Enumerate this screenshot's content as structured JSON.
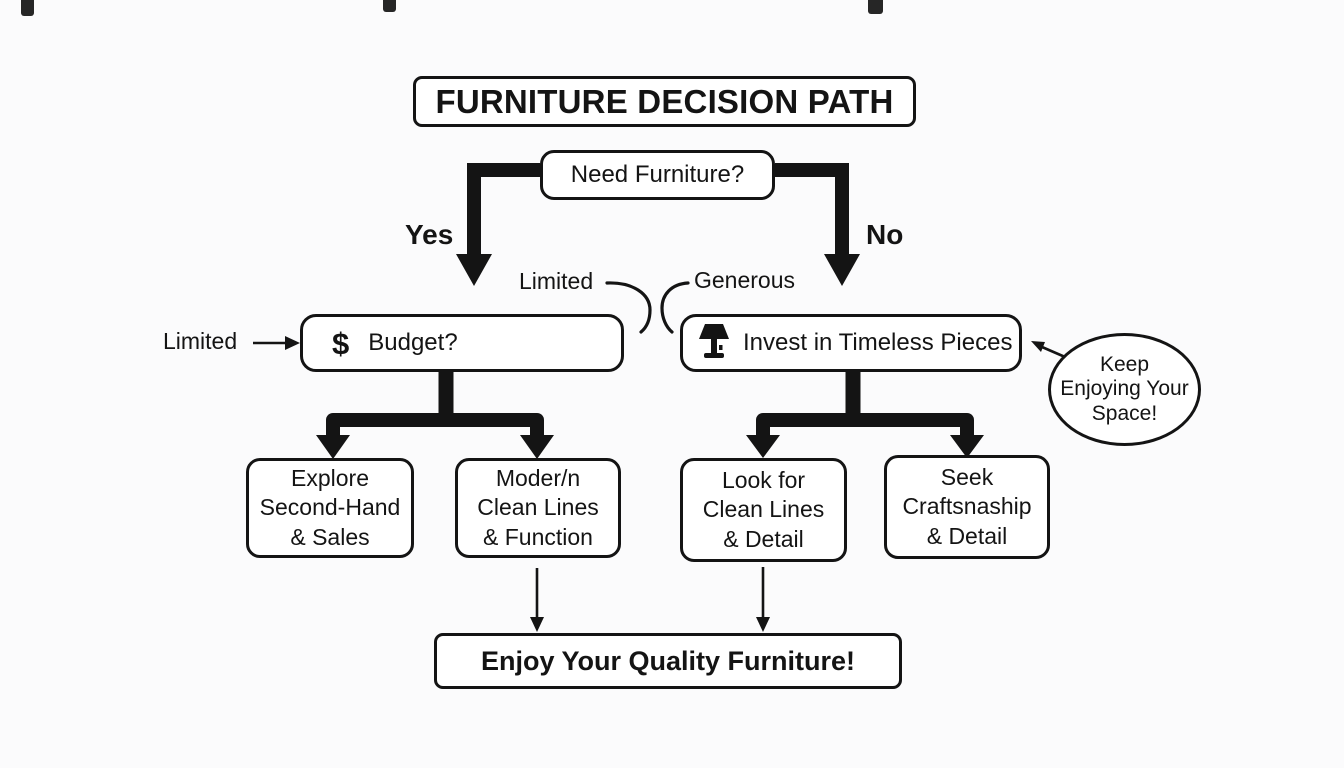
{
  "colors": {
    "line": "#141414",
    "background": "#fbfbfc",
    "box_fill": "#ffffff"
  },
  "title": "FURNITURE DECISION PATH",
  "flow": {
    "root": {
      "label": "Need Furniture?"
    },
    "branch_yes": "Yes",
    "branch_no": "No",
    "budget_limited": "Limited",
    "budget_generous": "Generous",
    "side_limited": "Limited",
    "budget": {
      "icon": "$",
      "label": "Budget?"
    },
    "invest": {
      "icon": "table-lamp",
      "label": "Invest in Timeless Pieces"
    },
    "outcomes": {
      "secondhand": {
        "lines": [
          "Explore",
          "Second-Hand",
          "& Sales"
        ]
      },
      "modern": {
        "lines": [
          "Moder/n",
          "Clean Lines",
          "& Function"
        ]
      },
      "cleanlines": {
        "lines": [
          "Look for",
          "Clean Lines",
          "& Detail"
        ]
      },
      "craftsmanship": {
        "lines": [
          "Seek",
          "Craftsnaship",
          "& Detail"
        ]
      }
    },
    "callout": {
      "lines": [
        "Keep",
        "Enjoying Your",
        "Space!"
      ]
    },
    "final": {
      "label": "Enjoy Your Quality Furniture!"
    }
  }
}
